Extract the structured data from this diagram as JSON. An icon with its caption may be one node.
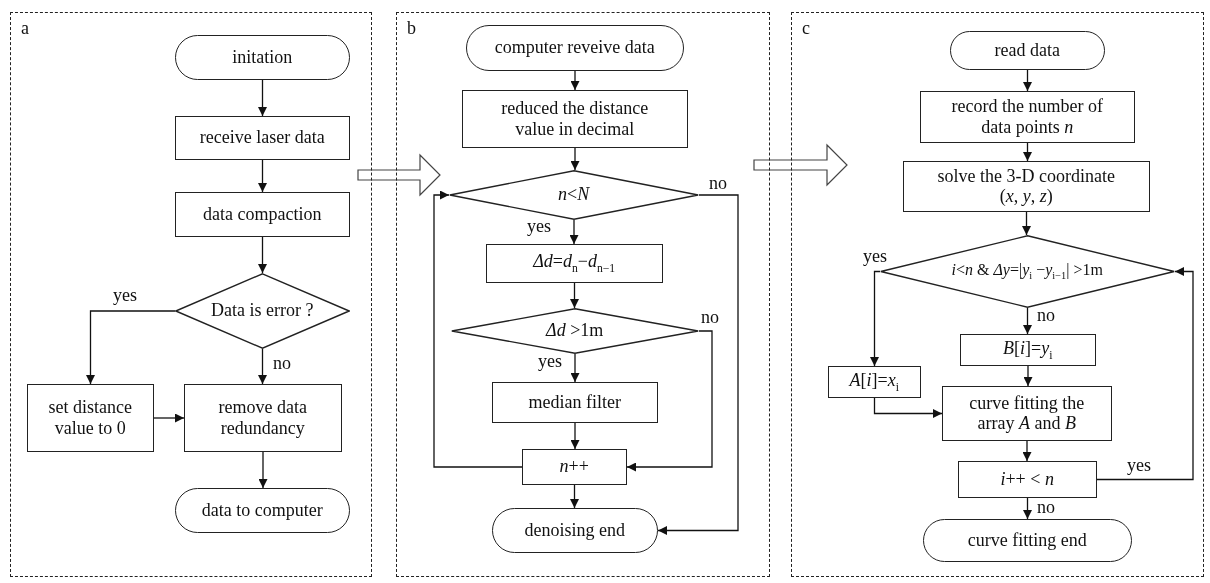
{
  "diagram": {
    "nodes": [
      {
        "text": [
          "a"
        ]
      },
      {
        "text": [
          "initation"
        ],
        "in": 0
      },
      {
        "text": [
          "receive laser data"
        ],
        "in": 0
      },
      {
        "text": [
          "data compaction"
        ],
        "in": 0
      },
      {
        "text": [
          "Data is error ?"
        ],
        "in": 0
      },
      {
        "text": [
          "set distance value to 0"
        ],
        "in": 0
      },
      {
        "text": [
          "remove data redundancy"
        ],
        "in": 0
      },
      {
        "text": [
          "data to computer"
        ],
        "in": 0
      },
      {
        "text": [
          "b"
        ]
      },
      {
        "text": [
          "computer reveive data"
        ],
        "in": 8
      },
      {
        "text": [
          "reduced the distance value in decimal"
        ],
        "in": 8
      },
      {
        "text": [
          "*n*<*N*"
        ],
        "in": 8
      },
      {
        "text": [
          "*Δd*=*d*$_{n}$−*d*$_{n−1}$"
        ],
        "in": 8
      },
      {
        "text": [
          "*Δd* >1m"
        ],
        "in": 8
      },
      {
        "text": [
          "median filter"
        ],
        "in": 8
      },
      {
        "text": [
          "*n*++"
        ],
        "in": 8
      },
      {
        "text": [
          "denoising end"
        ],
        "in": 8
      },
      {
        "text": [
          "c"
        ]
      },
      {
        "text": [
          "read data"
        ],
        "in": 17
      },
      {
        "text": [
          "record the number of data points *n*"
        ],
        "in": 17
      },
      {
        "text": [
          "solve the 3-D coordinate (*x*, *y*, *z*)"
        ],
        "in": 17
      },
      {
        "text": [
          "*i*<*n* & *Δy*=|*y*$_{i}$ −*y*$_{i−1}$| >1m"
        ],
        "in": 17
      },
      {
        "text": [
          "*B*[*i*]=*y*$_{i}$"
        ],
        "in": 17
      },
      {
        "text": [
          "*A*[*i*]=*x*$_{i}$"
        ],
        "in": 17
      },
      {
        "text": [
          "curve fitting the array *A* and *B*"
        ],
        "in": 17
      },
      {
        "text": [
          "*i*++ < *n*"
        ],
        "in": 17
      },
      {
        "text": [
          "curve fitting end"
        ],
        "in": 17
      }
    ],
    "edges": [
      {
        "from": 1,
        "to": 2,
        "arrow": "to"
      },
      {
        "from": 2,
        "to": 3,
        "arrow": "to"
      },
      {
        "from": 3,
        "to": 4,
        "arrow": "to"
      },
      {
        "from": 4,
        "to": 5,
        "arrow": "to",
        "label": "yes"
      },
      {
        "from": 4,
        "to": 6,
        "arrow": "to",
        "label": "no"
      },
      {
        "from": 5,
        "to": 6,
        "arrow": "to"
      },
      {
        "from": 6,
        "to": 7,
        "arrow": "to"
      },
      {
        "from": 0,
        "to": 8,
        "arrow": "to",
        "style": "thick"
      },
      {
        "from": 9,
        "to": 10,
        "arrow": "to"
      },
      {
        "from": 10,
        "to": 11,
        "arrow": "to"
      },
      {
        "from": 11,
        "to": 12,
        "arrow": "to",
        "label": "yes"
      },
      {
        "from": 11,
        "to": 16,
        "arrow": "to",
        "label": "no"
      },
      {
        "from": 12,
        "to": 13,
        "arrow": "to"
      },
      {
        "from": 13,
        "to": 14,
        "arrow": "to",
        "label": "yes"
      },
      {
        "from": 13,
        "to": 15,
        "arrow": "to",
        "label": "no"
      },
      {
        "from": 14,
        "to": 15,
        "arrow": "to"
      },
      {
        "from": 15,
        "to": 16,
        "arrow": "to"
      },
      {
        "from": 15,
        "to": 11,
        "arrow": "to"
      },
      {
        "from": 8,
        "to": 17,
        "arrow": "to",
        "style": "thick"
      },
      {
        "from": 18,
        "to": 19,
        "arrow": "to"
      },
      {
        "from": 19,
        "to": 20,
        "arrow": "to"
      },
      {
        "from": 20,
        "to": 21,
        "arrow": "to"
      },
      {
        "from": 21,
        "to": 22,
        "arrow": "to",
        "label": "no"
      },
      {
        "from": 21,
        "to": 23,
        "arrow": "to",
        "label": "yes"
      },
      {
        "from": 22,
        "to": 24,
        "arrow": "to"
      },
      {
        "from": 23,
        "to": 24,
        "arrow": "to"
      },
      {
        "from": 24,
        "to": 25,
        "arrow": "to"
      },
      {
        "from": 25,
        "to": 21,
        "arrow": "to",
        "label": "yes"
      },
      {
        "from": 25,
        "to": 26,
        "arrow": "to",
        "label": "no"
      }
    ]
  }
}
